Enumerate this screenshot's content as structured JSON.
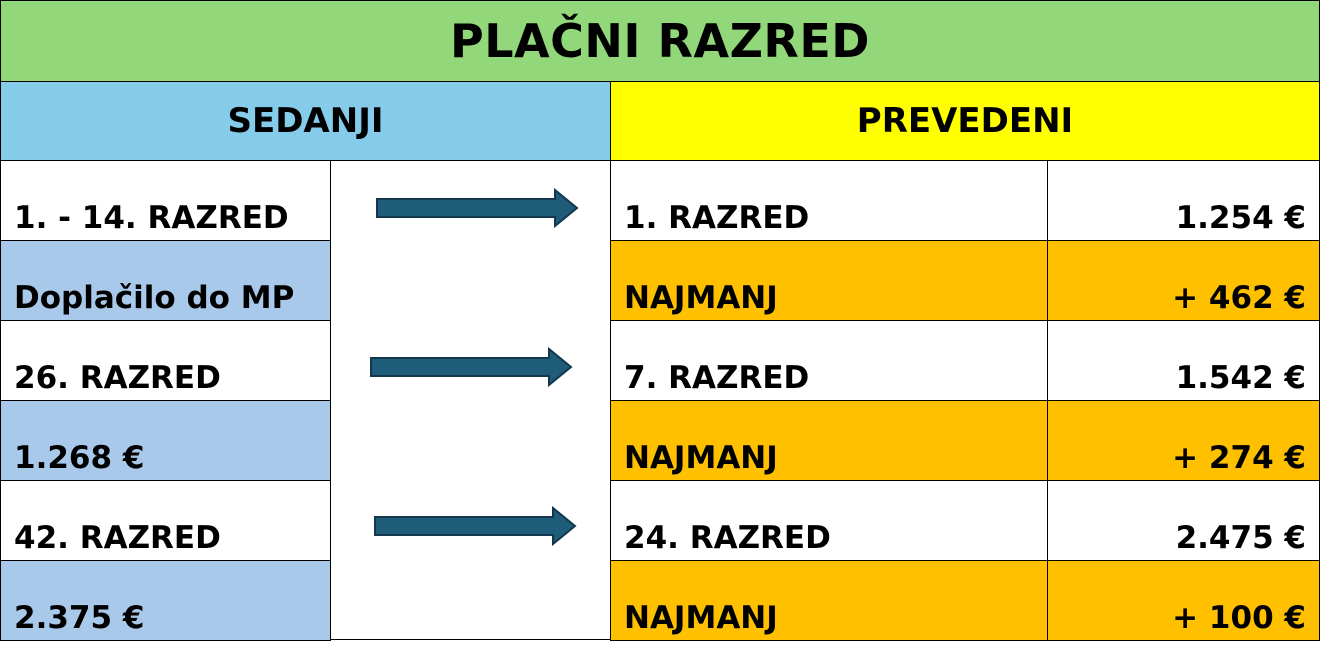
{
  "title": "PLAČNI RAZRED",
  "headers": {
    "left": "SEDANJI",
    "right": "PREVEDENI"
  },
  "left_rows": [
    "1. - 14. RAZRED",
    "Doplačilo do MP",
    "26. RAZRED",
    "1.268 €",
    "42. RAZRED",
    "2.375 €"
  ],
  "right_rows": [
    {
      "label": "1. RAZRED",
      "value": "1.254 €"
    },
    {
      "label": "NAJMANJ",
      "value": "+ 462 €"
    },
    {
      "label": "7. RAZRED",
      "value": "1.542 €"
    },
    {
      "label": "NAJMANJ",
      "value": "+ 274 €"
    },
    {
      "label": "24. RAZRED",
      "value": "2.475 €"
    },
    {
      "label": "NAJMANJ",
      "value": "+ 100 €"
    }
  ],
  "arrows": [
    "arrow-right-icon",
    "arrow-right-icon",
    "arrow-right-icon"
  ],
  "colors": {
    "title_bg": "#92d77a",
    "sedanji_bg": "#85ccea",
    "prevedeni_bg": "#ffff00",
    "left_alt_bg": "#a9c9eb",
    "right_alt_bg": "#ffc000",
    "arrow_fill": "#1f5c7a"
  }
}
